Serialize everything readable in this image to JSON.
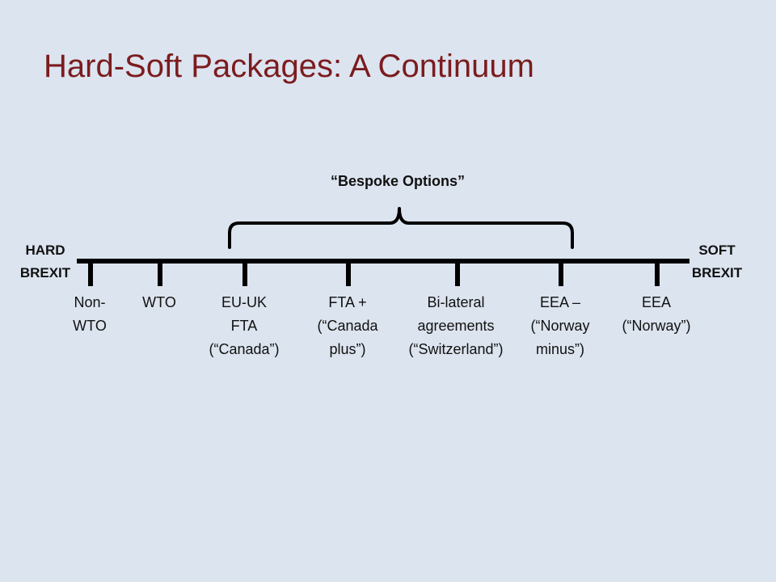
{
  "title": "Hard-Soft Packages: A Continuum",
  "bracket_label": "“Bespoke Options”",
  "left_end": {
    "line1": "HARD",
    "line2": "BREXIT"
  },
  "right_end": {
    "line1": "SOFT",
    "line2": "BREXIT"
  },
  "options": [
    {
      "lines": [
        "Non-",
        "WTO"
      ]
    },
    {
      "lines": [
        "WTO"
      ]
    },
    {
      "lines": [
        "EU-UK",
        "FTA",
        "(“Canada”)"
      ]
    },
    {
      "lines": [
        "FTA +",
        "(“Canada",
        "plus”)"
      ]
    },
    {
      "lines": [
        "Bi-lateral",
        "agreements",
        "(“Switzerland”)"
      ]
    },
    {
      "lines": [
        "EEA –",
        "(“Norway",
        "minus”)"
      ]
    },
    {
      "lines": [
        "EEA",
        "(“Norway”)"
      ]
    }
  ],
  "colors": {
    "background": "#dce4ef",
    "title": "#7b1c1f",
    "line": "#000000"
  }
}
